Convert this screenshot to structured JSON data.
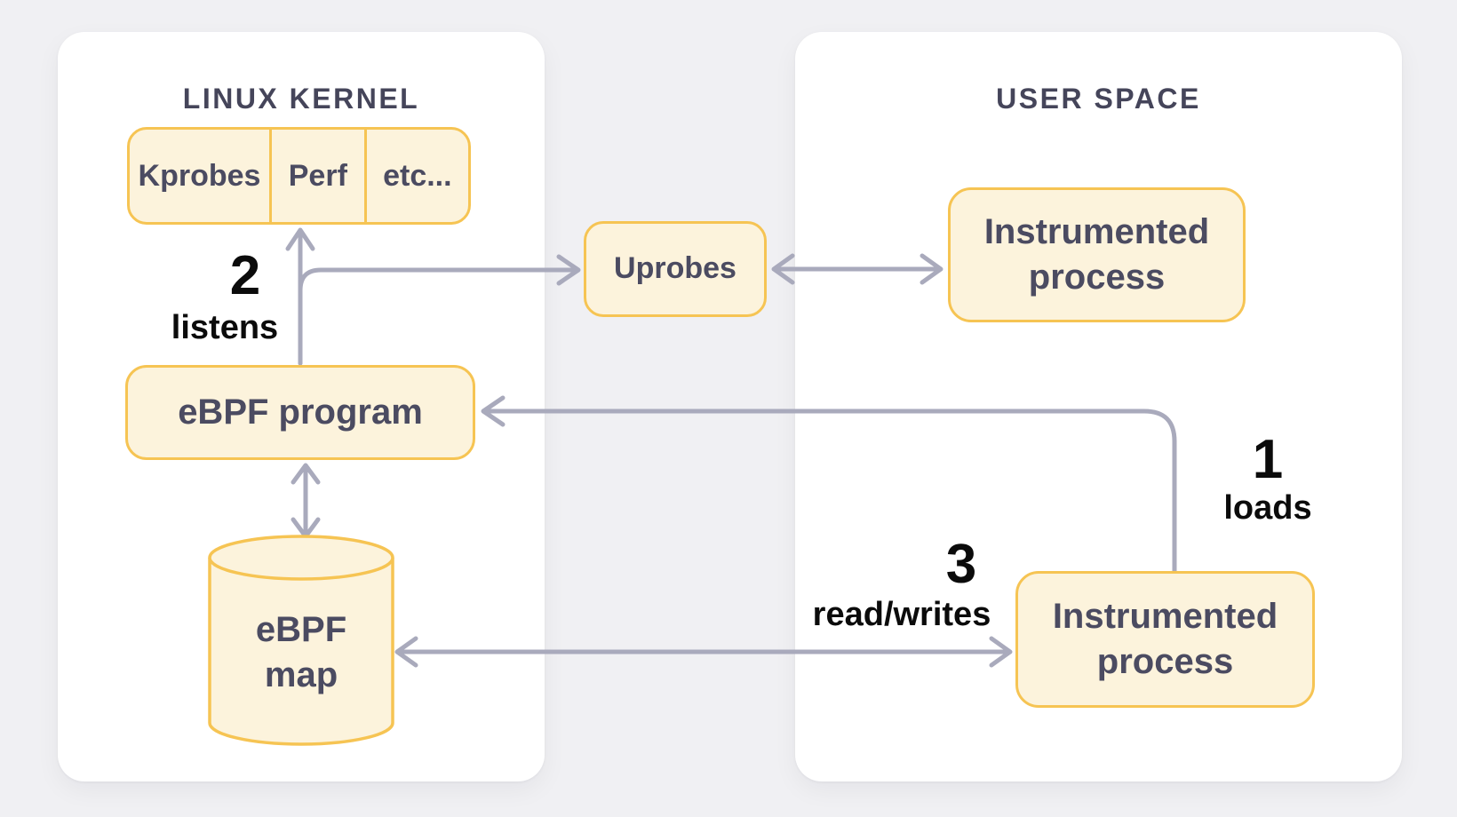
{
  "panels": {
    "kernel": {
      "title": "LINUX KERNEL"
    },
    "user": {
      "title": "USER SPACE"
    }
  },
  "nodes": {
    "kprobes": {
      "label": "Kprobes"
    },
    "perf": {
      "label": "Perf"
    },
    "etc": {
      "label": "etc..."
    },
    "uprobes": {
      "label": "Uprobes"
    },
    "ebpf_program": {
      "label": "eBPF program"
    },
    "ebpf_map": {
      "line1": "eBPF",
      "line2": "map"
    },
    "instrumented_top": {
      "label": "Instrumented process"
    },
    "instrumented_bottom": {
      "label": "Instrumented process"
    }
  },
  "steps": {
    "loads": {
      "number": "1",
      "label": "loads"
    },
    "listens": {
      "number": "2",
      "label": "listens"
    },
    "read_writes": {
      "number": "3",
      "label": "read/writes"
    }
  },
  "colors": {
    "page_bg": "#F0F0F3",
    "panel_bg": "#FFFFFF",
    "node_fill": "#FCF3DC",
    "node_border": "#F6C453",
    "arrow": "#A9AABC",
    "title_text": "#45455A",
    "node_text": "#4B4B61",
    "step_text": "#0B0B0B"
  }
}
